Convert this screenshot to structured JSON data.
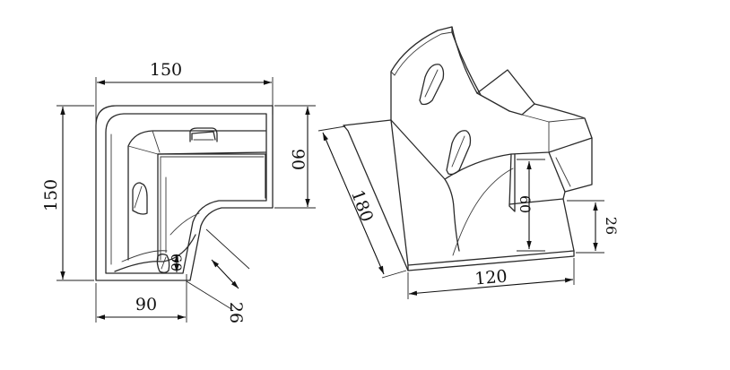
{
  "diagram": {
    "left_view": {
      "dimensions": {
        "top_width": "150",
        "left_height": "150",
        "right_height": "90",
        "bottom_width": "90",
        "slot_depth": "60",
        "flange": "26"
      }
    },
    "right_view": {
      "dimensions": {
        "length": "180",
        "height": "60",
        "flange": "26",
        "base_width": "120"
      }
    }
  }
}
